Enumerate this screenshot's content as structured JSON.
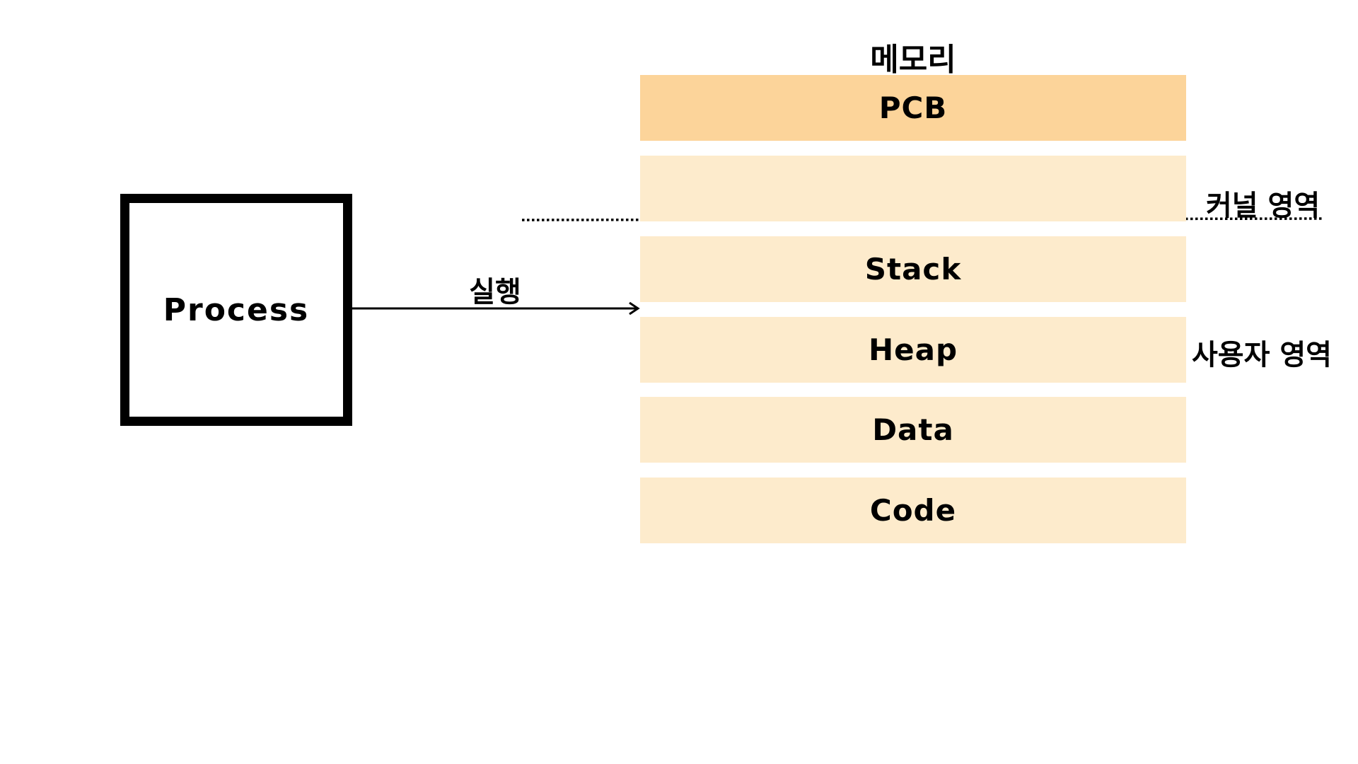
{
  "process": {
    "label": "Process"
  },
  "arrow": {
    "label": "실행"
  },
  "memory": {
    "title": "메모리",
    "blocks": [
      {
        "label": "PCB",
        "color": "#fcd49a"
      },
      {
        "label": "",
        "color": "#fdebcc"
      },
      {
        "label": "Stack",
        "color": "#fdebcc"
      },
      {
        "label": "Heap",
        "color": "#fdebcc"
      },
      {
        "label": "Data",
        "color": "#fdebcc"
      },
      {
        "label": "Code",
        "color": "#fdebcc"
      }
    ]
  },
  "regions": {
    "kernel": "커널 영역",
    "user": "사용자 영역"
  }
}
